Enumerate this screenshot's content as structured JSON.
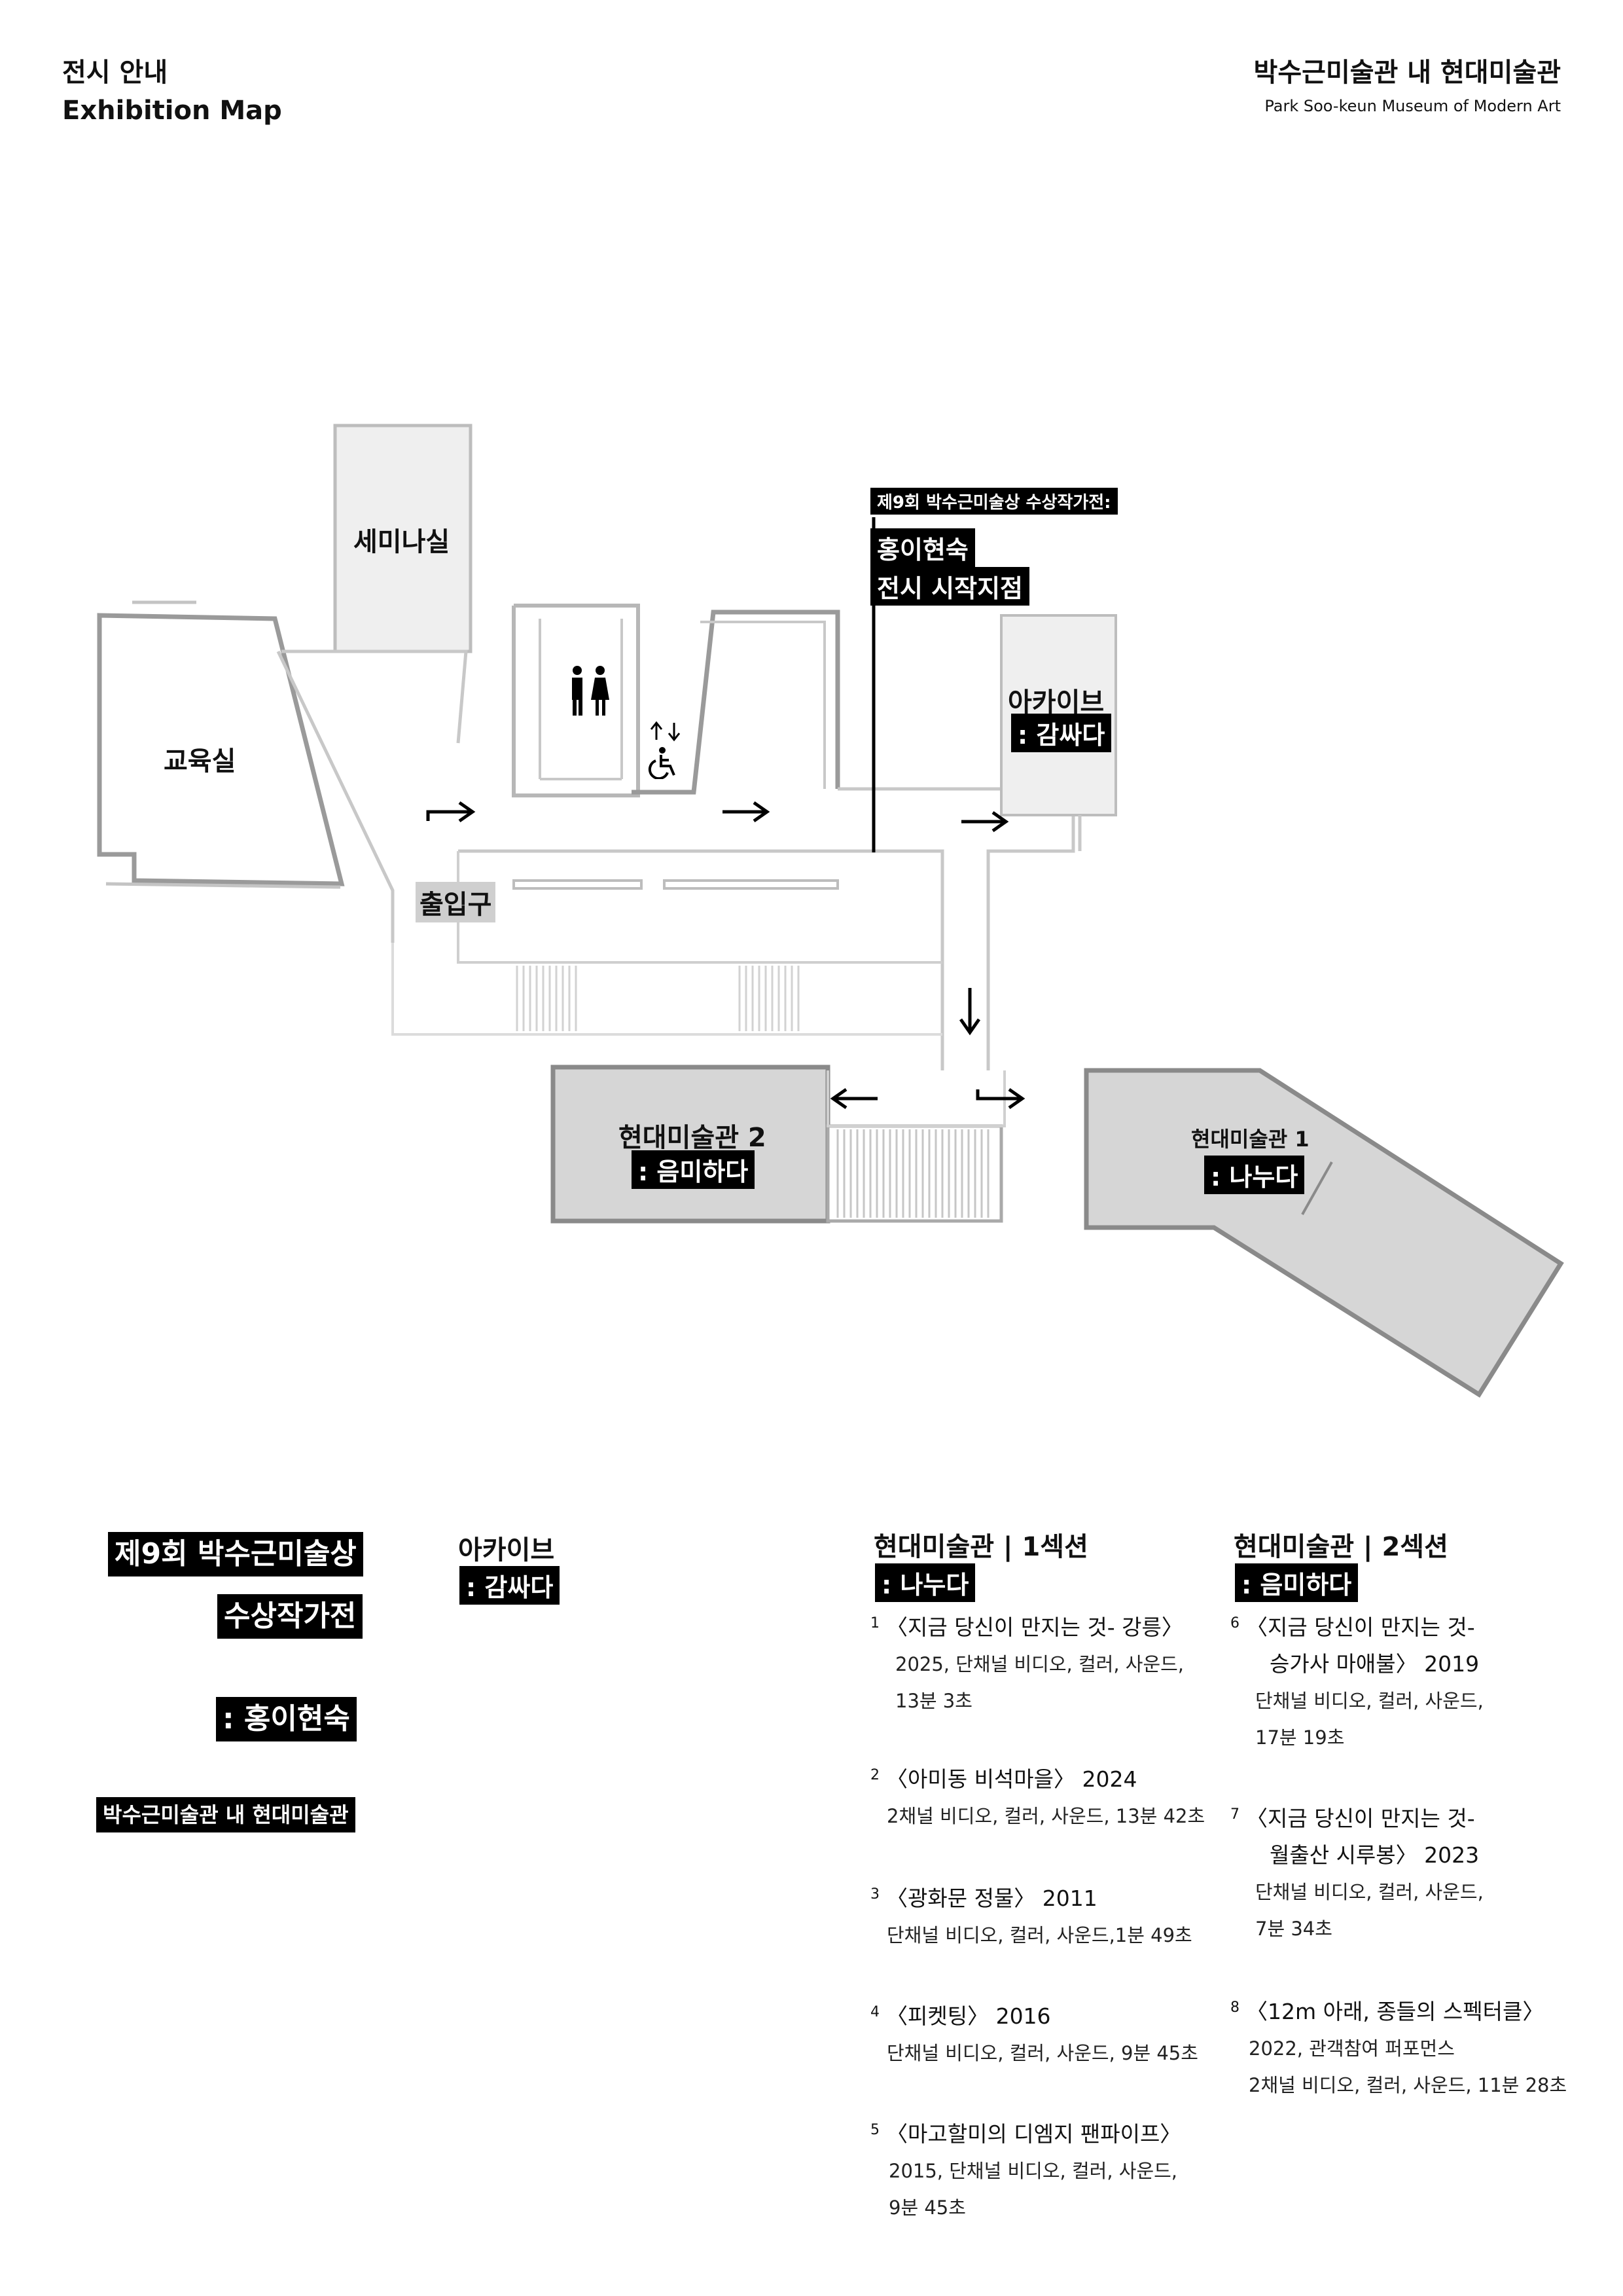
{
  "header": {
    "left_line1": "전시 안내",
    "left_line2": "Exhibition Map",
    "right_title": "박수근미술관 내 현대미술관",
    "right_subtitle": "Park Soo-keun Museum of Modern Art"
  },
  "map": {
    "seminar_room": "세미나실",
    "education_room": "교육실",
    "entrance": "출입구",
    "archive_title": "아카이브",
    "archive_subtitle": ": 감싸다",
    "start_line1": "제9회 박수근미술상 수상작가전:",
    "start_line2": "홍이현숙",
    "start_line3": "전시 시작지점",
    "gallery2_title": "현대미술관 2",
    "gallery2_subtitle": ": 음미하다",
    "gallery1_title": "현대미술관 1",
    "gallery1_subtitle": ": 나누다",
    "icons": [
      "restroom-icon",
      "elevator-icon",
      "wheelchair-icon",
      "arrow-right-icon",
      "arrow-down-icon",
      "arrow-left-icon"
    ]
  },
  "legend": {
    "award_line1": "제9회 박수근미술상",
    "award_line2": "수상작가전",
    "artist": ": 홍이현숙",
    "venue": "박수근미술관 내 현대미술관",
    "archive_title": "아카이브",
    "archive_subtitle": ": 감싸다"
  },
  "section1": {
    "title": "현대미술관 | 1섹션",
    "subtitle": ": 나누다",
    "works": [
      {
        "num": "1",
        "title": "〈지금 당신이 만지는 것- 강릉〉",
        "info": [
          "2025, 단채널 비디오, 컬러, 사운드,",
          "13분 3초"
        ]
      },
      {
        "num": "2",
        "title": "〈아미동 비석마을〉 2024",
        "info": [
          "2채널 비디오, 컬러, 사운드, 13분 42초"
        ]
      },
      {
        "num": "3",
        "title": "〈광화문 정물〉 2011",
        "info": [
          "단채널 비디오, 컬러, 사운드,1분 49초"
        ]
      },
      {
        "num": "4",
        "title": "〈피켓팅〉 2016",
        "info": [
          "단채널 비디오, 컬러, 사운드, 9분 45초"
        ]
      },
      {
        "num": "5",
        "title": "〈마고할미의 디엠지 팬파이프〉",
        "info": [
          "2015, 단채널 비디오, 컬러, 사운드,",
          "9분 45초"
        ]
      }
    ]
  },
  "section2": {
    "title": "현대미술관 | 2섹션",
    "subtitle": ": 음미하다",
    "works": [
      {
        "num": "6",
        "title": "〈지금 당신이 만지는 것-",
        "title2": "승가사 마애불〉 2019",
        "info": [
          "단채널 비디오, 컬러, 사운드,",
          "17분 19초"
        ]
      },
      {
        "num": "7",
        "title": "〈지금 당신이 만지는 것-",
        "title2": "월출산 시루봉〉 2023",
        "info": [
          "단채널 비디오, 컬러, 사운드,",
          "7분 34초"
        ]
      },
      {
        "num": "8",
        "title": "〈12m 아래, 종들의 스펙터클〉",
        "info": [
          "2022, 관객참여 퍼포먼스",
          "2채널 비디오, 컬러, 사운드, 11분 28초"
        ]
      }
    ]
  }
}
